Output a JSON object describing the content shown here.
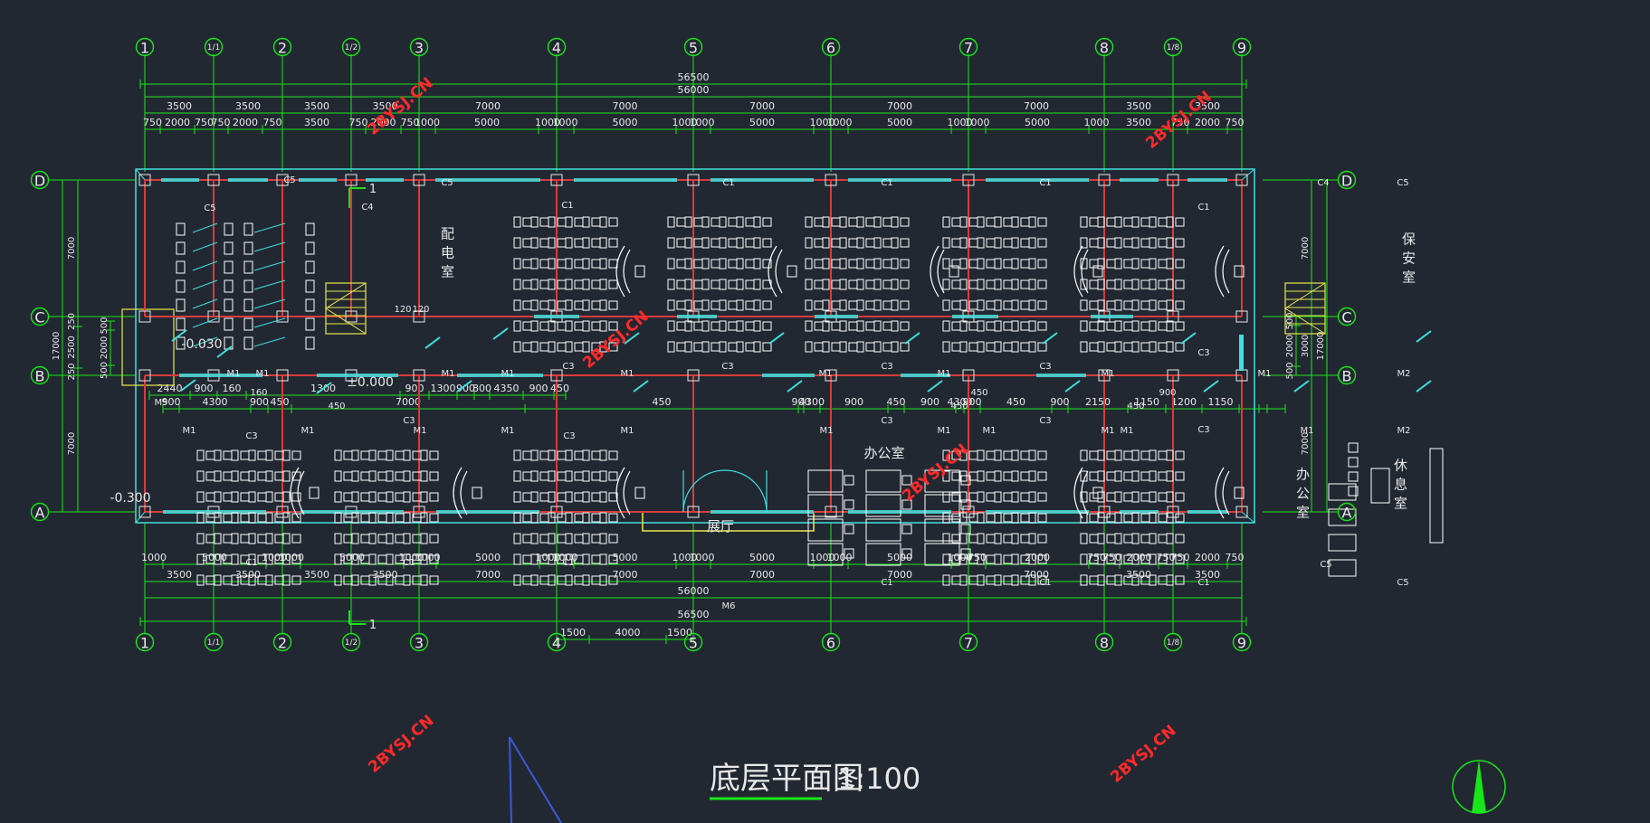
{
  "title": "底层平面图",
  "scale": "1:100",
  "colors": {
    "background": "#222832",
    "dimension": "#19e619",
    "wall": "#d93a3a",
    "outline": "#3fe0e0",
    "furniture": "#ffffff",
    "stair": "#e8e84a",
    "watermark": "#ff2a2a"
  },
  "axes_vertical": [
    "1",
    "1/1",
    "2",
    "1/2",
    "3",
    "4",
    "5",
    "6",
    "7",
    "8",
    "1/8",
    "9"
  ],
  "axes_horizontal": [
    "D",
    "C",
    "B",
    "A"
  ],
  "top_dims": {
    "overall_outer": "56500",
    "overall_inner": "56000",
    "row1": [
      "3500",
      "3500",
      "3500",
      "3500",
      "7000",
      "7000",
      "7000",
      "7000",
      "7000",
      "3500",
      "3500"
    ],
    "row2": [
      "750",
      "2000",
      "750",
      "750",
      "2000",
      "750",
      "3500",
      "750",
      "2000",
      "750",
      "1000",
      "5000",
      "1000",
      "1000",
      "5000",
      "1000",
      "1000",
      "5000",
      "1000",
      "1000",
      "5000",
      "1000",
      "1000",
      "5000",
      "1000",
      "3500",
      "750",
      "2000",
      "750"
    ]
  },
  "bottom_dims": {
    "row1": [
      "1000",
      "5000",
      "1000",
      "1000",
      "5000",
      "1000",
      "1000",
      "5000",
      "1000",
      "1000",
      "5000",
      "1000",
      "1000",
      "5000",
      "1000",
      "1000",
      "5000",
      "1000",
      "750",
      "2000",
      "750",
      "750",
      "2000",
      "750"
    ],
    "row2": [
      "3500",
      "3500",
      "3500",
      "3500",
      "7000",
      "7000",
      "7000",
      "7000",
      "7000",
      "3500",
      "3500"
    ],
    "overall_inner": "56000",
    "overall_outer": "56500",
    "door": [
      "1500",
      "4000",
      "1500"
    ]
  },
  "left_dims": {
    "outer": "17000",
    "parts": [
      "7000",
      "250",
      "2500",
      "250",
      "7000"
    ],
    "inner": [
      "500",
      "2000",
      "500"
    ]
  },
  "right_dims": {
    "outer": "17000",
    "parts": [
      "7000",
      "3000",
      "7000"
    ],
    "inner": [
      "500",
      "2000",
      "500"
    ]
  },
  "corridor_dims": {
    "row_a": [
      "2440",
      "900",
      "160",
      "1300",
      "900",
      "1300",
      "900",
      "800",
      "4350",
      "900",
      "450"
    ],
    "row_b": [
      "900",
      "4300",
      "900",
      "450",
      "7000",
      "450",
      "900",
      "4300",
      "900",
      "450",
      "900",
      "4300",
      "900",
      "450",
      "900",
      "2150",
      "1150",
      "1200",
      "1150"
    ],
    "row_c": [
      "1150",
      "1200",
      "1150"
    ]
  },
  "elevations": {
    "corridor": "±0.000",
    "toilet": "-0.030",
    "exterior": "-0.300"
  },
  "rooms": {
    "power_room": "配电室",
    "security_room": "保安室",
    "office_a": "办公室",
    "office_b": "办公室",
    "rest_room": "休息室",
    "hall": "展厅"
  },
  "windows": {
    "c1": "C1",
    "c3": "C3",
    "c4": "C4",
    "c5": "C5"
  },
  "doors": {
    "m1": "M1",
    "m2": "M2",
    "m5": "M5",
    "m6": "M6"
  },
  "section_mark": "1",
  "watermark": "2BYSJ.CN",
  "minor_dims": [
    "120",
    "120",
    "120",
    "120",
    "450",
    "450",
    "450",
    "450",
    "900",
    "900"
  ]
}
